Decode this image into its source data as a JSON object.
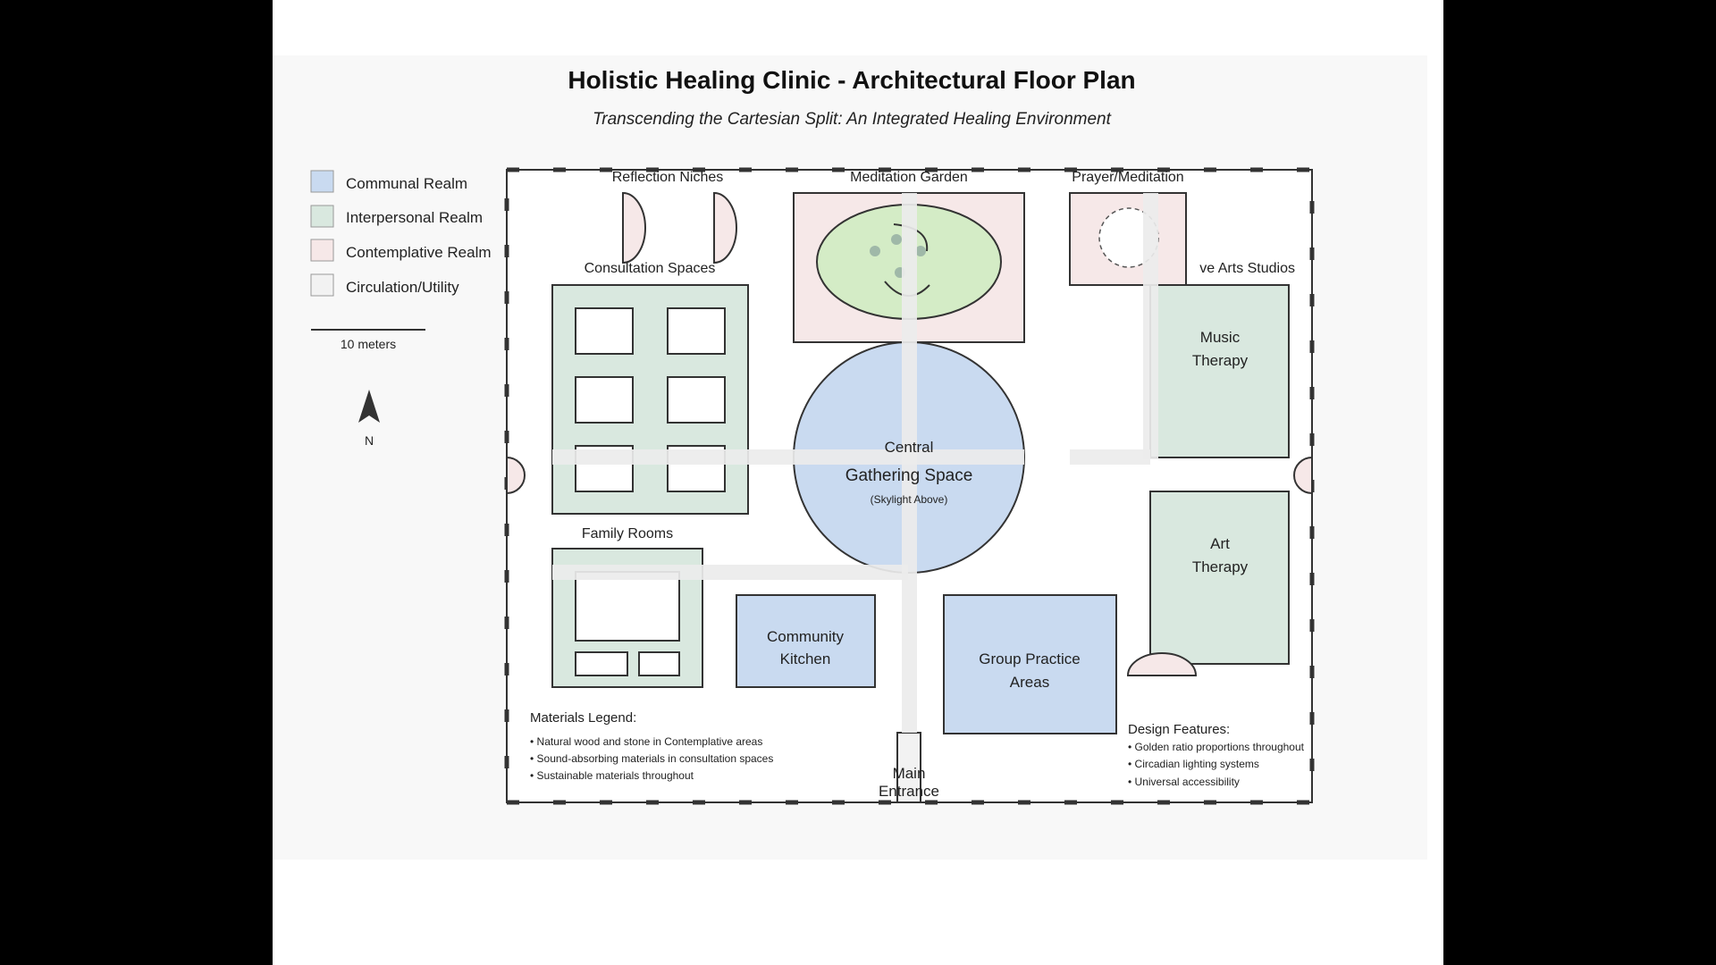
{
  "diagram": {
    "title": "Holistic Healing Clinic - Architectural Floor Plan",
    "subtitle": "Transcending the Cartesian Split: An Integrated Healing Environment",
    "legend": [
      {
        "label": "Communal Realm",
        "color": "#c9daf0"
      },
      {
        "label": "Interpersonal Realm",
        "color": "#d9e8df"
      },
      {
        "label": "Contemplative Realm",
        "color": "#f6e8e8"
      },
      {
        "label": "Circulation/Utility",
        "color": "#f2f2f2"
      }
    ],
    "scale_label": "10 meters",
    "north_label": "N",
    "rooms": {
      "reflection_niches": "Reflection Niches",
      "meditation_garden": "Meditation Garden",
      "prayer_meditation": "Prayer/Meditation",
      "consultation_spaces": "Consultation Spaces",
      "arts_studios": "ve Arts Studios",
      "music_therapy_line1": "Music",
      "music_therapy_line2": "Therapy",
      "central_line1": "Central",
      "central_line2": "Gathering Space",
      "central_line3": "(Skylight Above)",
      "family_rooms": "Family Rooms",
      "art_therapy_line1": "Art",
      "art_therapy_line2": "Therapy",
      "kitchen_line1": "Community",
      "kitchen_line2": "Kitchen",
      "group_line1": "Group Practice",
      "group_line2": "Areas",
      "entrance_line1": "Main",
      "entrance_line2": "Entrance"
    },
    "materials": {
      "heading": "Materials Legend:",
      "items": [
        "• Natural wood and stone in Contemplative areas",
        "• Sound-absorbing materials in consultation spaces",
        "• Sustainable materials throughout"
      ]
    },
    "design": {
      "heading": "Design Features:",
      "items": [
        "• Golden ratio proportions throughout",
        "• Circadian lighting systems",
        "• Universal accessibility"
      ]
    },
    "colors": {
      "communal": "#c9daf0",
      "interpersonal": "#d9e8df",
      "contemplative": "#f6e8e8",
      "garden_green": "#d4ecc6",
      "garden_dot": "#9fb8a8",
      "corridor": "#ebebeb",
      "panel": "#f8f8f8",
      "stroke": "#333333"
    }
  }
}
